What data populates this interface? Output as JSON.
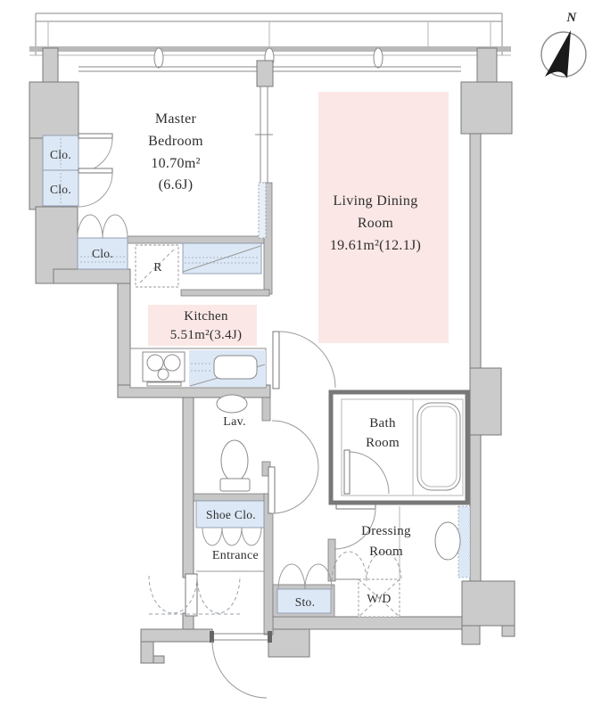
{
  "compass": {
    "north_label": "N"
  },
  "rooms": {
    "master_bedroom": {
      "line1": "Master",
      "line2": "Bedroom",
      "area": "10.70m²",
      "jo": "(6.6J)"
    },
    "living_dining": {
      "line1": "Living Dining",
      "line2": "Room",
      "area": "19.61m²(12.1J)"
    },
    "kitchen": {
      "name": "Kitchen",
      "area": "5.51m²(3.4J)"
    },
    "bath_room": {
      "line1": "Bath",
      "line2": "Room"
    },
    "dressing_room": {
      "line1": "Dressing",
      "line2": "Room"
    },
    "lavatory": {
      "label": "Lav."
    },
    "entrance": {
      "label": "Entrance"
    }
  },
  "fixtures": {
    "closet_upper_1": "Clo.",
    "closet_upper_2": "Clo.",
    "closet_lower": "Clo.",
    "shoe_closet": "Shoe Clo.",
    "storage": "Sto.",
    "washer_dryer": "W/D",
    "refrigerator": "R"
  },
  "colors": {
    "room_tint": "#fbe8e6",
    "cabinet_tint": "#dce8f5",
    "wall_fill": "#cbcbcb"
  }
}
